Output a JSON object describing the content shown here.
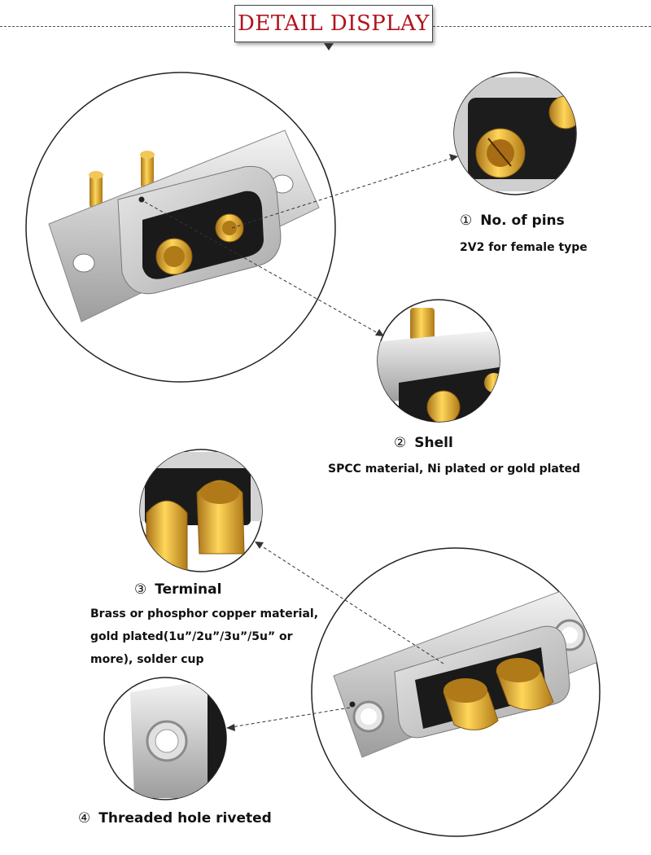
{
  "header": {
    "title": "DETAIL DISPLAY"
  },
  "features": [
    {
      "number": "①",
      "name": "No. of pins",
      "description": "2V2 for female type"
    },
    {
      "number": "②",
      "name": "Shell",
      "description": "SPCC material, Ni plated or gold plated"
    },
    {
      "number": "③",
      "name": "Terminal",
      "description_lines": [
        "Brass or phosphor copper material,",
        "gold plated(1u”/2u”/3u”/5u” or",
        "more), solder cup"
      ]
    },
    {
      "number": "④",
      "name": "Threaded hole riveted"
    }
  ],
  "colors": {
    "title": "#b2141c",
    "gold": "#e8b32a",
    "shell": "#cfcfcf",
    "insulator": "#1a1a1a"
  },
  "icons": [
    "connector-photo",
    "pin-closeup",
    "shell-closeup",
    "terminal-closeup",
    "riveted-hole-closeup",
    "connector-rear-photo"
  ]
}
